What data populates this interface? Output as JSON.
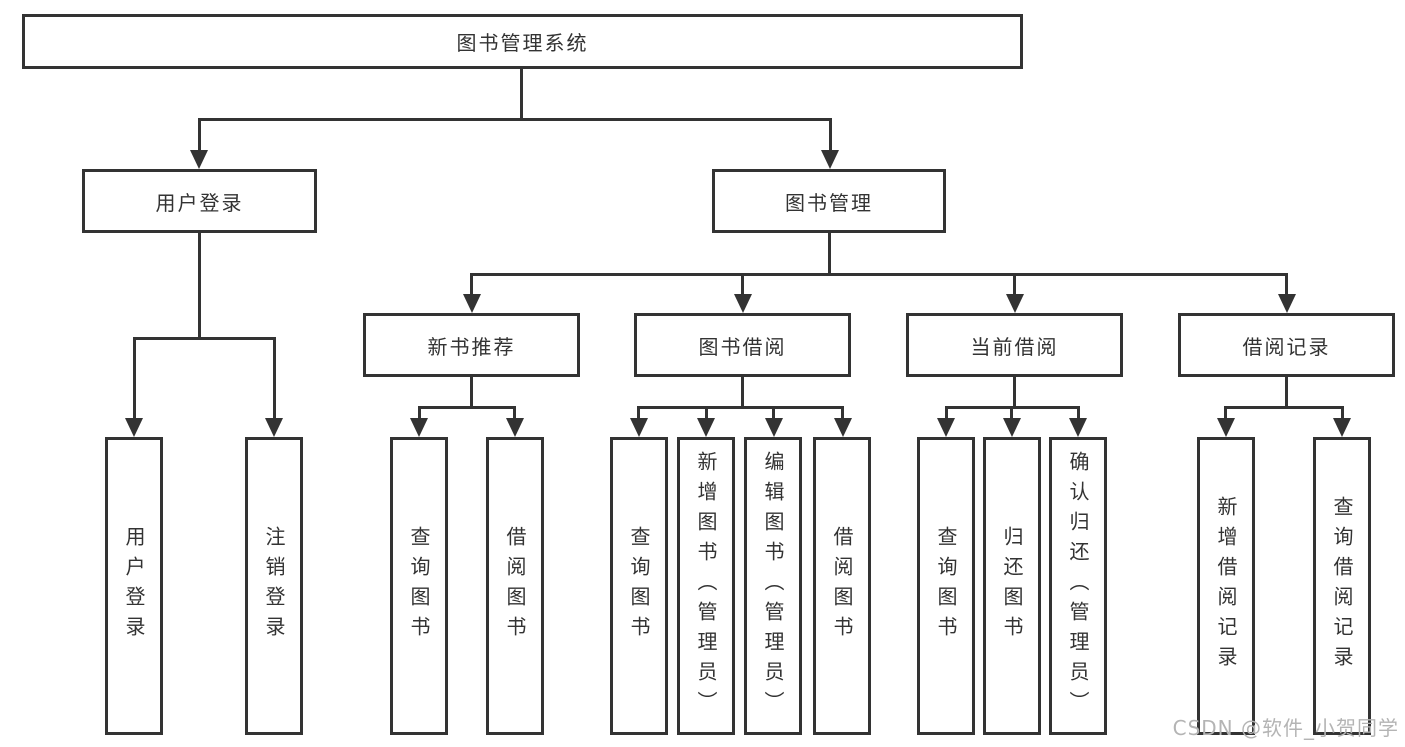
{
  "diagram": {
    "type": "hierarchy-flowchart",
    "colors": {
      "background": "#ffffff",
      "box_border": "#333333",
      "box_fill": "#ffffff",
      "text": "#333333",
      "connector": "#333333",
      "watermark_text": "#b4b4b4"
    },
    "icons": {
      "arrowhead": "arrow-down-triangle"
    },
    "watermark": "CSDN @软件_小贺同学",
    "tree": {
      "label": "图书管理系统",
      "children": [
        {
          "label": "用户登录",
          "children": [
            {
              "label": "用户登录"
            },
            {
              "label": "注销登录"
            }
          ]
        },
        {
          "label": "图书管理",
          "children": [
            {
              "label": "新书推荐",
              "children": [
                {
                  "label": "查询图书"
                },
                {
                  "label": "借阅图书"
                }
              ]
            },
            {
              "label": "图书借阅",
              "children": [
                {
                  "label": "查询图书"
                },
                {
                  "label": "新增图书（管理员）"
                },
                {
                  "label": "编辑图书（管理员）"
                },
                {
                  "label": "借阅图书"
                }
              ]
            },
            {
              "label": "当前借阅",
              "children": [
                {
                  "label": "查询图书"
                },
                {
                  "label": "归还图书"
                },
                {
                  "label": "确认归还（管理员）"
                }
              ]
            },
            {
              "label": "借阅记录",
              "children": [
                {
                  "label": "新增借阅记录"
                },
                {
                  "label": "查询借阅记录"
                }
              ]
            }
          ]
        }
      ]
    }
  }
}
